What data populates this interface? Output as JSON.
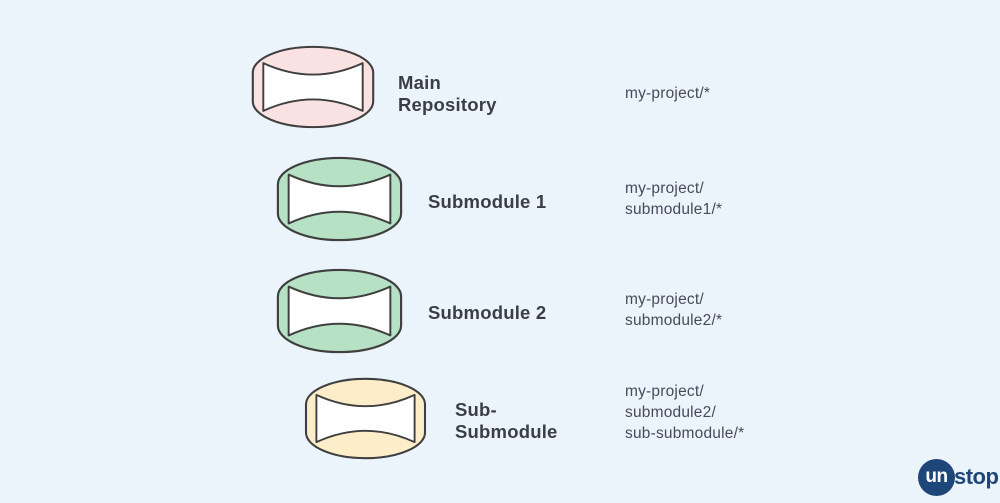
{
  "page": {
    "background_color": "#ecf4fb",
    "stroke_color": "#3f3f3f",
    "label_text_color": "#3b3f45",
    "path_text_color": "#454c57"
  },
  "diagram": {
    "description_type": "git-submodule-structure",
    "rows": [
      {
        "id": "main-repository",
        "label_lines": [
          "Main",
          "Repository"
        ],
        "path_lines": [
          "my-project/*"
        ],
        "color": "#fbe2e2"
      },
      {
        "id": "submodule-1",
        "label_lines": [
          "Submodule 1"
        ],
        "path_lines": [
          "my-project/",
          "submodule1/*"
        ],
        "color": "#b6e1c5"
      },
      {
        "id": "submodule-2",
        "label_lines": [
          "Submodule 2"
        ],
        "path_lines": [
          "my-project/",
          "submodule2/*"
        ],
        "color": "#b6e1c5"
      },
      {
        "id": "sub-submodule",
        "label_lines": [
          "Sub-",
          "Submodule"
        ],
        "path_lines": [
          "my-project/",
          "submodule2/",
          "sub-submodule/*"
        ],
        "color": "#fdeec9"
      }
    ]
  },
  "logo": {
    "circle_text": "un",
    "rest_text": "stop",
    "brand_color": "#1e4679"
  }
}
